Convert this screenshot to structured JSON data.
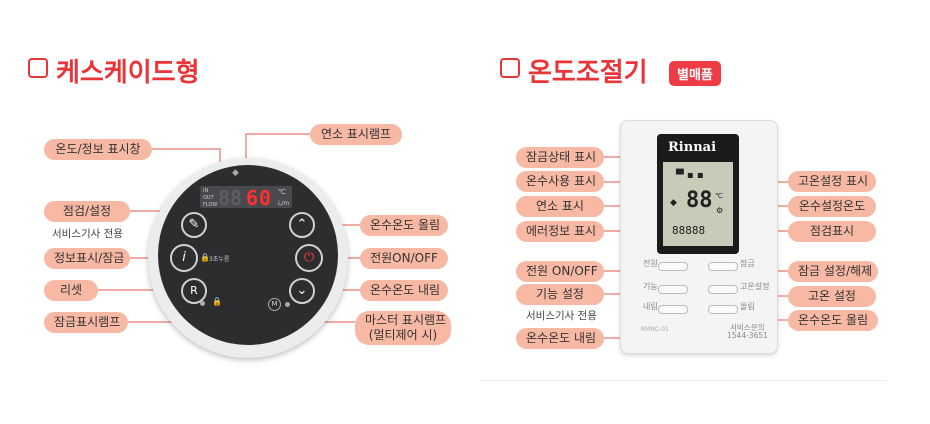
{
  "sections": {
    "cascade": {
      "title": "케스케이드형"
    },
    "thermostat": {
      "title": "온도조절기",
      "badge": "별매품"
    }
  },
  "cascade_panel": {
    "display": {
      "temperature": "60",
      "unit": "℃",
      "flow_unit": "L/m",
      "in_label": "IN",
      "out_label": "OUT",
      "flow_label": "FLOW"
    },
    "lock_hint": "3초누름",
    "labels": {
      "temp_info_display": "온도/정보 표시창",
      "combustion_lamp": "연소 표시램프",
      "check_setting": "점검/설정",
      "service_only": "서비스기사 전용",
      "info_lock": "정보표시/잠금",
      "reset": "리셋",
      "lock_lamp": "잠금표시램프",
      "temp_up": "온수온도 올림",
      "power": "전원ON/OFF",
      "temp_down": "온수온도 내림",
      "master_lamp_1": "마스터 표시램프",
      "master_lamp_2": "(멀티제어 시)"
    }
  },
  "remote": {
    "brand": "Rinnai",
    "lcd": {
      "temperature": "88",
      "unit": "℃",
      "error": "88888"
    },
    "buttons": {
      "power": "전원",
      "lock": "잠금",
      "function": "기능",
      "high_temp": "고온설정",
      "down": "내림",
      "up": "올림"
    },
    "model": "RMNC-01",
    "service_center": "서비스문의",
    "service_phone": "1544-3651",
    "labels": {
      "lock_status": "잠금상태 표시",
      "hot_water_use": "온수사용 표시",
      "combustion": "연소 표시",
      "error_info": "에러정보 표시",
      "power_onoff": "전원 ON/OFF",
      "function_setting": "기능 설정",
      "service_only": "서비스기사 전용",
      "temp_down": "온수온도 내림",
      "high_temp_display": "고온설정 표시",
      "temp_setting": "온수설정온도",
      "check_display": "점검표시",
      "lock_toggle": "잠금 설정/해제",
      "high_temp_setting": "고온 설정",
      "temp_up": "온수온도 올림"
    }
  },
  "colors": {
    "accent": "#e8353a",
    "label_bg": "#f7b8a4",
    "badge": "#ee3b44",
    "display_red": "#ff3030"
  }
}
